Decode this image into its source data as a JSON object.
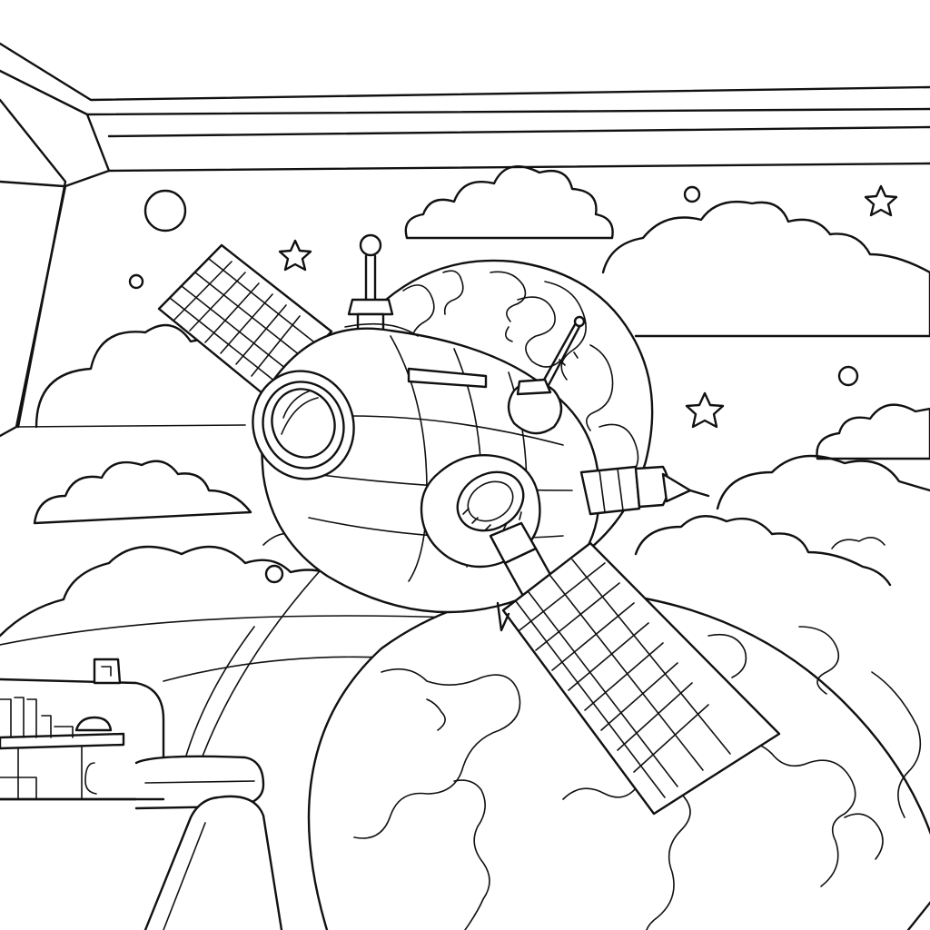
{
  "colors": {
    "ink": "#111111",
    "paper": "#ffffff"
  },
  "objects": {
    "planet_far": "earth-far",
    "planet_near": "earth-near",
    "satellite": "space-station",
    "solar_panels": 2,
    "window_frame": "cabin-window",
    "console": "control-desk"
  }
}
